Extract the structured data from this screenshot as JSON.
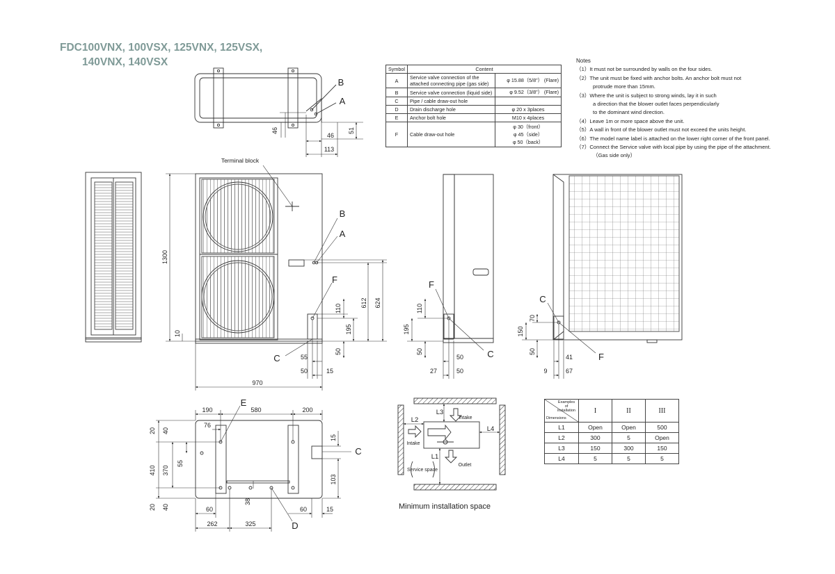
{
  "title": {
    "line1": "FDC100VNX, 100VSX, 125VNX, 125VSX,",
    "line2": "140VNX, 140VSX"
  },
  "symbol_table": {
    "headers": [
      "Symbol",
      "Content"
    ],
    "rows": [
      {
        "symbol": "A",
        "content": "Service valve connection of the attached connecting pipe (gas side)",
        "value": "φ 15.88（5/8\"）",
        "note": "(Flare)"
      },
      {
        "symbol": "B",
        "content": "Service valve connection (liquid side)",
        "value": "φ 9.52（3/8\"）",
        "note": "(Flare)"
      },
      {
        "symbol": "C",
        "content": "Pipe / cable draw-out hole",
        "value": "",
        "note": ""
      },
      {
        "symbol": "D",
        "content": "Drain discharge hole",
        "value": "φ 20 x 3places",
        "note": ""
      },
      {
        "symbol": "E",
        "content": "Anchor bolt hole",
        "value": "M10 x 4places",
        "note": ""
      },
      {
        "symbol": "F",
        "content": "Cable draw-out hole",
        "value_lines": [
          "φ 30（front）",
          "φ 45（side）",
          "φ 50（back）"
        ]
      }
    ]
  },
  "notes": {
    "title": "Notes",
    "items": [
      {
        "num": "（1）",
        "text": "It must not be surrounded by walls on the four sides."
      },
      {
        "num": "（2）",
        "text": "The unit must be fixed with anchor bolts. An anchor bolt must not",
        "cont": [
          "protrude more than 15mm."
        ]
      },
      {
        "num": "（3）",
        "text": "Where the unit is subject to strong winds, lay it in such",
        "cont": [
          "a direction that the blower outlet faces perpendicularly",
          "to the dominant wind direction."
        ]
      },
      {
        "num": "（4）",
        "text": "Leave 1m or more space above the unit."
      },
      {
        "num": "（5）",
        "text": "A wall in front of the blower outlet must not exceed the units height."
      },
      {
        "num": "（6）",
        "text": "The model name label is attached on the lower right corner of the front panel."
      },
      {
        "num": "（7）",
        "text": "Connect the Service valve with local pipe by using the pipe of the attachment.",
        "cont": [
          "（Gas side only）"
        ]
      }
    ]
  },
  "install_table": {
    "corner_top": "Examples of installation",
    "corner_bottom": "Dimensions",
    "columns": [
      "I",
      "II",
      "III"
    ],
    "rows": [
      {
        "label": "L1",
        "values": [
          "Open",
          "Open",
          "500"
        ]
      },
      {
        "label": "L2",
        "values": [
          "300",
          "5",
          "Open"
        ]
      },
      {
        "label": "L3",
        "values": [
          "150",
          "300",
          "150"
        ]
      },
      {
        "label": "L4",
        "values": [
          "5",
          "5",
          "5"
        ]
      }
    ]
  },
  "labels": {
    "terminal_block": "Terminal block",
    "min_space": "Minimum installation space",
    "intake": "Intake",
    "outlet": "Outlet",
    "service_space": "Service space",
    "L1": "L1",
    "L2": "L2",
    "L3": "L3",
    "L4": "L4",
    "A": "A",
    "B": "B",
    "C": "C",
    "D": "D",
    "E": "E",
    "F": "F"
  },
  "dims": {
    "top_46a": "46",
    "top_46b": "46",
    "top_51": "51",
    "top_113": "113",
    "front_1300": "1300",
    "front_10": "10",
    "front_612": "612",
    "front_624": "624",
    "front_110": "110",
    "front_195": "195",
    "front_50": "50",
    "front_55": "55",
    "front_50b": "50",
    "front_15": "15",
    "front_970": "970",
    "side_110": "110",
    "side_195": "195",
    "side_50": "50",
    "side_50b": "50",
    "side_27": "27",
    "side_50c": "50",
    "back_70": "70",
    "back_150": "150",
    "back_50": "50",
    "back_41": "41",
    "back_9": "9",
    "back_67": "67",
    "base_190": "190",
    "base_580": "580",
    "base_200": "200",
    "base_76": "76",
    "base_20a": "20",
    "base_40a": "40",
    "base_410": "410",
    "base_370": "370",
    "base_55": "55",
    "base_20b": "20",
    "base_40b": "40",
    "base_15a": "15",
    "base_103": "103",
    "base_38": "38",
    "base_60a": "60",
    "base_60b": "60",
    "base_15b": "15",
    "base_262": "262",
    "base_325": "325"
  }
}
